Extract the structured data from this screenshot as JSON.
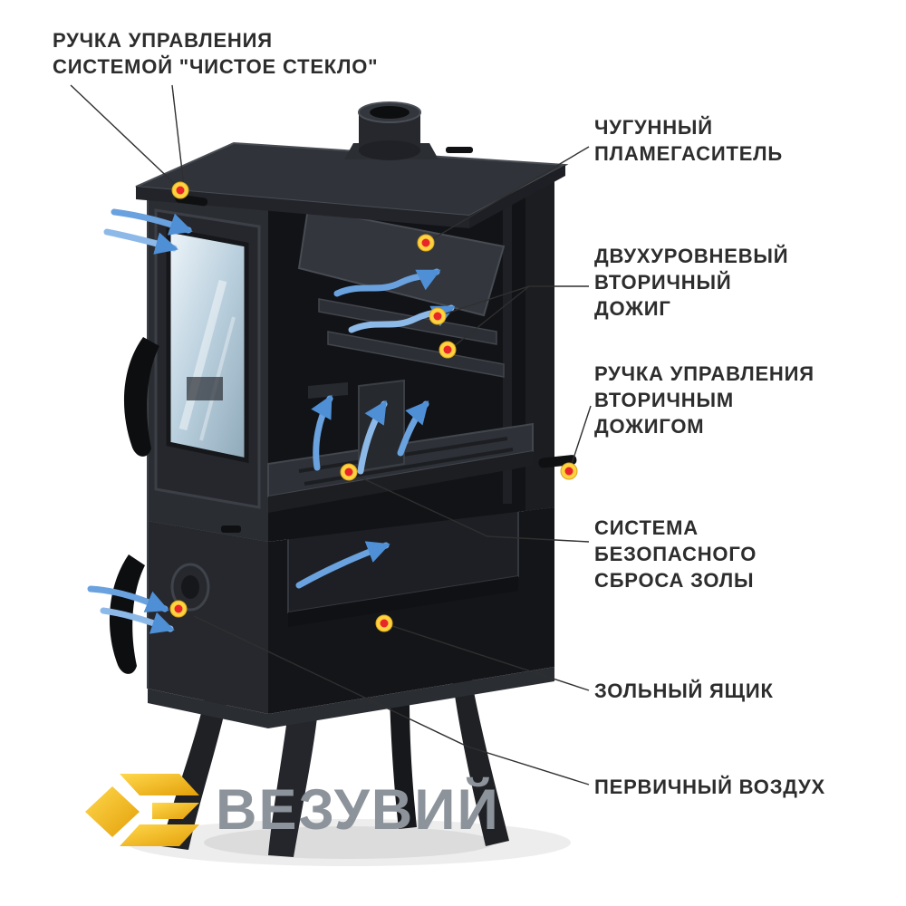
{
  "page": {
    "background": "#ffffff"
  },
  "callouts": [
    {
      "id": "clean-glass-system-control",
      "text": "РУЧКА УПРАВЛЕНИЯ\nСИСТЕМОЙ \"ЧИСТОЕ СТЕКЛО\""
    },
    {
      "id": "cast-iron-flame-arrester",
      "text": "ЧУГУННЫЙ\nПЛАМЕГАСИТЕЛЬ"
    },
    {
      "id": "two-level-secondary-afterburn",
      "text": "ДВУХУРОВНЕВЫЙ\nВТОРИЧНЫЙ\nДОЖИГ"
    },
    {
      "id": "secondary-afterburn-control",
      "text": "РУЧКА УПРАВЛЕНИЯ\nВТОРИЧНЫМ\nДОЖИГОМ"
    },
    {
      "id": "safe-ash-dump-system",
      "text": "СИСТЕМА\nБЕЗОПАСНОГО\nСБРОСА ЗОЛЫ"
    },
    {
      "id": "ash-drawer",
      "text": "ЗОЛЬНЫЙ ЯЩИК"
    },
    {
      "id": "primary-air",
      "text": "ПЕРВИЧНЫЙ ВОЗДУХ"
    }
  ],
  "markers": {
    "count": 8,
    "outer_color": "#ffd23f",
    "inner_color": "#e8262a"
  },
  "airflow": {
    "color": "#5f9bdc",
    "meaning": "air / smoke flow arrows"
  },
  "logo": {
    "brand": "ВЕЗУВИЙ",
    "gold": "#f2b705",
    "text_gray": "#8d939b"
  },
  "subject": {
    "name": "cast-iron stove cutaway diagram"
  }
}
